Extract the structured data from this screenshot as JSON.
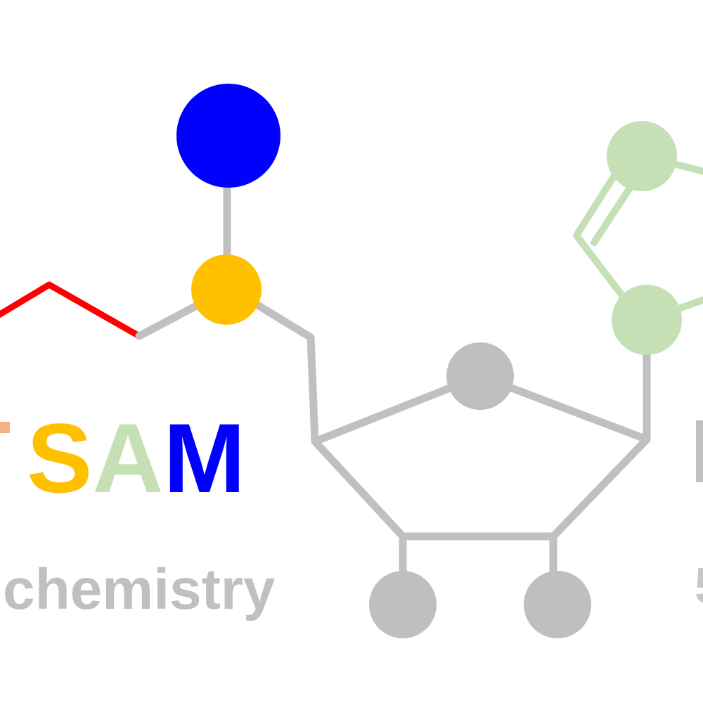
{
  "logo": {
    "title_letters": [
      {
        "char": "S",
        "color": "#FFC000"
      },
      {
        "char": "A",
        "color": "#C5E0B4"
      },
      {
        "char": "M",
        "color": "#0000FF"
      }
    ],
    "subtitle": "chemistry"
  },
  "colors": {
    "bond_gray": "#C0C0C0",
    "atom_gray": "#BFBFBF",
    "methyl_blue": "#0000FF",
    "sulfur_yellow": "#FFC000",
    "chain_red": "#FF0000",
    "adenine_green": "#C5E0B4",
    "background": "#FFFFFF"
  }
}
